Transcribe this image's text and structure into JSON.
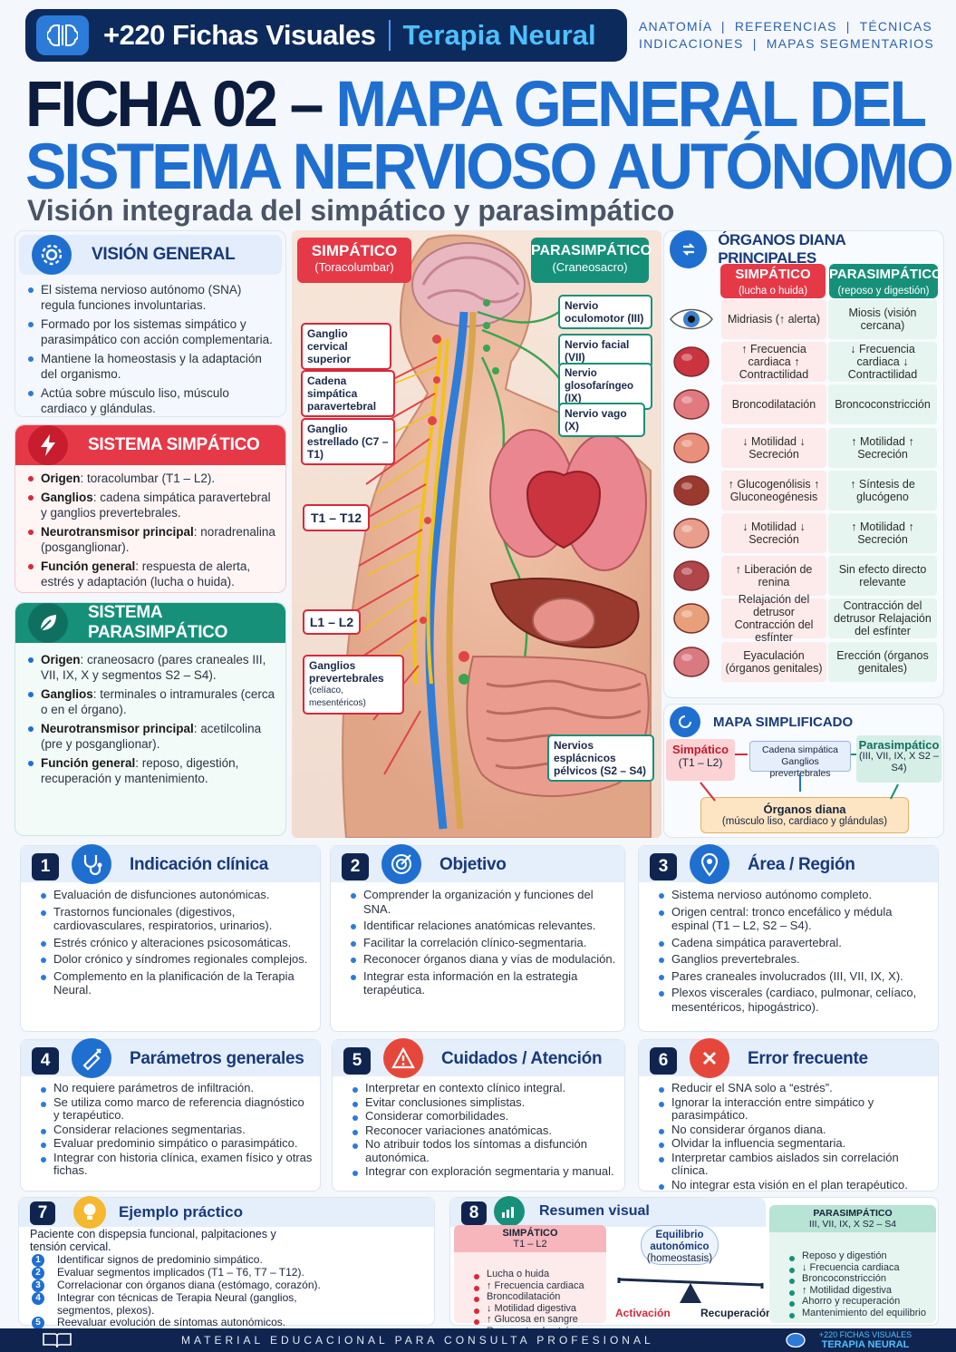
{
  "header": {
    "badge": "+220 Fichas Visuales",
    "brand": "Terapia Neural",
    "categories_line1": "ANATOMÍA  |  REFERENCIAS  |  TÉCNICAS",
    "categories_line2": "INDICACIONES  |  MAPAS SEGMENTARIOS"
  },
  "title": {
    "prefix": "FICHA 02 –",
    "line1_blue": "MAPA GENERAL DEL",
    "line2": "SISTEMA NERVIOSO AUTÓNOMO",
    "subtitle": "Visión integrada del simpático y parasimpático"
  },
  "vision": {
    "title": "VISIÓN GENERAL",
    "items": [
      "El sistema nervioso autónomo (SNA) regula funciones involuntarias.",
      "Formado por los sistemas simpático y parasimpático con acción complementaria.",
      "Mantiene la homeostasis y la adaptación del organismo.",
      "Actúa sobre músculo liso, músculo cardiaco y glándulas."
    ]
  },
  "simpatico": {
    "title": "SISTEMA SIMPÁTICO",
    "items": [
      {
        "k": "Origen",
        "v": ": toracolumbar (T1 – L2)."
      },
      {
        "k": "Ganglios",
        "v": ": cadena simpática paravertebral y ganglios prevertebrales."
      },
      {
        "k": "Neurotransmisor principal",
        "v": ": noradrenalina (posganglionar)."
      },
      {
        "k": "Función general",
        "v": ": respuesta de alerta, estrés y adaptación (lucha o huida)."
      }
    ]
  },
  "parasimpatico": {
    "title": "SISTEMA PARASIMPÁTICO",
    "items": [
      {
        "k": "Origen",
        "v": ": craneosacro (pares craneales III, VII, IX, X y segmentos S2 – S4)."
      },
      {
        "k": "Ganglios",
        "v": ": terminales o intramurales (cerca o en el órgano)."
      },
      {
        "k": "Neurotransmisor principal",
        "v": ": acetilcolina (pre y posganglionar)."
      },
      {
        "k": "Función general",
        "v": ": reposo, digestión, recuperación y mantenimiento."
      }
    ]
  },
  "anatomy": {
    "simp_label": "SIMPÁTICO",
    "simp_sub": "(Toracolumbar)",
    "para_label": "PARASIMPÁTICO",
    "para_sub": "(Craneosacro)",
    "left_tags": [
      "Ganglio cervical superior",
      "Cadena simpática paravertebral",
      "Ganglio estrellado (C7 – T1)",
      "T1 – T12",
      "L1 – L2",
      "Ganglios prevertebrales"
    ],
    "prevert_sub": "(celíaco, mesentéricos)",
    "right_tags": [
      "Nervio oculomotor (III)",
      "Nervio facial (VII)",
      "Nervio glosofaríngeo (IX)",
      "Nervio vago (X)",
      "Nervios esplácnicos pélvicos (S2 – S4)"
    ]
  },
  "organs": {
    "title": "ÓRGANOS DIANA PRINCIPALES",
    "simp_head": "SIMPÁTICO",
    "simp_head_sub": "(lucha o huida)",
    "para_head": "PARASIMPÁTICO",
    "para_head_sub": "(reposo y digestión)",
    "rows": [
      {
        "icon": "eye-icon",
        "s": "Midriasis (↑ alerta)",
        "p": "Miosis (visión cercana)"
      },
      {
        "icon": "heart-icon",
        "s": "↑ Frecuencia cardiaca ↑ Contractilidad",
        "p": "↓ Frecuencia cardiaca ↓ Contractilidad"
      },
      {
        "icon": "lungs-icon",
        "s": "Broncodilatación",
        "p": "Broncoconstricción"
      },
      {
        "icon": "stomach-icon",
        "s": "↓ Motilidad ↓ Secreción",
        "p": "↑ Motilidad ↑ Secreción"
      },
      {
        "icon": "liver-icon",
        "s": "↑ Glucogenólisis ↑ Gluconeogénesis",
        "p": "↑ Síntesis de glucógeno"
      },
      {
        "icon": "intestine-icon",
        "s": "↓ Motilidad ↓ Secreción",
        "p": "↑ Motilidad ↑ Secreción"
      },
      {
        "icon": "kidney-icon",
        "s": "↑ Liberación de renina",
        "p": "Sin efecto directo relevante"
      },
      {
        "icon": "bladder-icon",
        "s": "Relajación del detrusor Contracción del esfínter",
        "p": "Contracción del detrusor Relajación del esfínter"
      },
      {
        "icon": "uterus-icon",
        "s": "Eyaculación (órganos genitales)",
        "p": "Erección (órganos genitales)"
      }
    ]
  },
  "mapa": {
    "title": "MAPA SIMPLIFICADO",
    "simp": "Simpático",
    "simp_sub": "(T1 – L2)",
    "cadena": "Cadena simpática Ganglios prevertebrales",
    "para": "Parasimpático",
    "para_sub": "(III, VII, IX, X S2 – S4)",
    "organos": "Órganos diana",
    "organos_sub": "(músculo liso, cardiaco y glándulas)"
  },
  "cards": [
    {
      "n": "1",
      "title": "Indicación clínica",
      "items": [
        "Evaluación de disfunciones autonómicas.",
        "Trastornos funcionales (digestivos, cardiovasculares, respiratorios, urinarios).",
        "Estrés crónico y alteraciones psicosomáticas.",
        "Dolor crónico y síndromes regionales complejos.",
        "Complemento en la planificación de la Terapia Neural."
      ]
    },
    {
      "n": "2",
      "title": "Objetivo",
      "items": [
        "Comprender la organización y funciones del SNA.",
        "Identificar relaciones anatómicas relevantes.",
        "Facilitar la correlación clínico-segmentaria.",
        "Reconocer órganos diana y vías de modulación.",
        "Integrar esta información en la estrategia terapéutica."
      ]
    },
    {
      "n": "3",
      "title": "Área / Región",
      "items": [
        "Sistema nervioso autónomo completo.",
        "Origen central: tronco encefálico y médula espinal (T1 – L2, S2 – S4).",
        "Cadena simpática paravertebral.",
        "Ganglios prevertebrales.",
        "Pares craneales involucrados (III, VII, IX, X).",
        "Plexos viscerales (cardiaco, pulmonar, celíaco, mesentéricos, hipogástrico)."
      ]
    },
    {
      "n": "4",
      "title": "Parámetros generales",
      "items": [
        "No requiere parámetros de infiltración.",
        "Se utiliza como marco de referencia diagnóstico y terapéutico.",
        "Considerar relaciones segmentarias.",
        "Evaluar predominio simpático o parasimpático.",
        "Integrar con historia clínica, examen físico y otras fichas."
      ]
    },
    {
      "n": "5",
      "title": "Cuidados / Atención",
      "items": [
        "Interpretar en contexto clínico integral.",
        "Evitar conclusiones simplistas.",
        "Considerar comorbilidades.",
        "Reconocer variaciones anatómicas.",
        "No atribuir todos los síntomas a disfunción autonómica.",
        "Integrar con exploración segmentaria y manual."
      ]
    },
    {
      "n": "6",
      "title": "Error frecuente",
      "items": [
        "Reducir el SNA solo a “estrés”.",
        "Ignorar la interacción entre simpático y parasimpático.",
        "No considerar órganos diana.",
        "Olvidar la influencia segmentaria.",
        "Interpretar cambios aislados sin correlación clínica.",
        "No integrar esta visión en el plan terapéutico."
      ]
    }
  ],
  "ejemplo": {
    "n": "7",
    "title": "Ejemplo práctico",
    "intro": "Paciente con dispepsia funcional, palpitaciones y tensión cervical.",
    "steps": [
      "Identificar signos de predominio simpático.",
      "Evaluar segmentos implicados (T1 – T6, T7 – T12).",
      "Correlacionar con órganos diana (estómago, corazón).",
      "Integrar con técnicas de Terapia Neural (ganglios, segmentos, plexos).",
      "Reevaluar evolución de síntomas autonómicos."
    ]
  },
  "resumen": {
    "n": "8",
    "title": "Resumen visual",
    "simp": "SIMPÁTICO",
    "simp_sub": "T1 – L2",
    "simp_items": [
      "Lucha o huida",
      "↑ Frecuencia cardiaca",
      "Broncodilatación",
      "↓ Motilidad digestiva",
      "↑ Glucosa en sangre",
      "Respuesta al estrés"
    ],
    "eq": "Equilibrio autonómico",
    "eq_sub": "(homeostasis)",
    "act": "Activación",
    "rec": "Recuperación",
    "para": "PARASIMPÁTICO",
    "para_sub": "III, VII, IX, X S2 – S4",
    "para_items": [
      "Reposo y digestión",
      "↓ Frecuencia cardiaca",
      "Broncoconstricción",
      "↑ Motilidad digestiva",
      "Ahorro y recuperación",
      "Mantenimiento del equilibrio"
    ]
  },
  "footer": {
    "text": "MATERIAL EDUCACIONAL PARA CONSULTA PROFESIONAL",
    "brand1": "+220 FICHAS VISUALES",
    "brand2": "TERAPIA NEURAL"
  },
  "colors": {
    "navy": "#0f2550",
    "blue": "#1f6fd0",
    "red": "#d8283a",
    "green": "#17907a"
  }
}
